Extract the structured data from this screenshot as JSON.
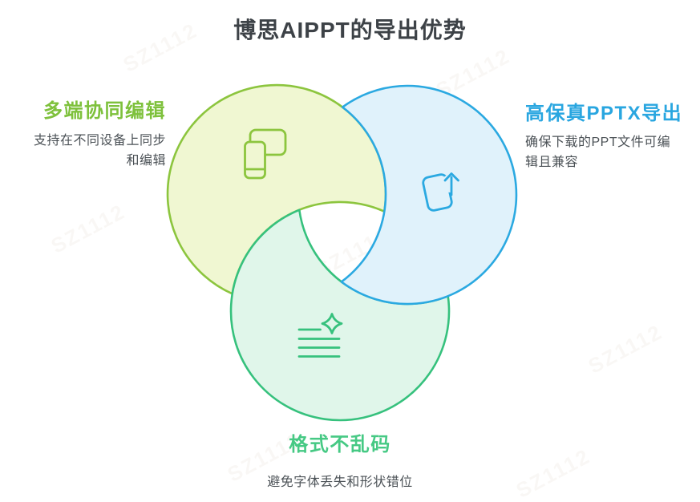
{
  "title": "博思AIPPT的导出优势",
  "watermark": {
    "text": "SZ1112"
  },
  "colors": {
    "title": "#3D4247",
    "body_text": "#4B5156",
    "background": "#FFFFFF"
  },
  "venn": {
    "items": [
      {
        "id": "multi-device-collab",
        "position": "top-left",
        "heading": "多端协同编辑",
        "desc_lines": [
          "支持在不同设备上同步",
          "和编辑"
        ],
        "accent": "#7EC13C",
        "circle_fill": "#F0F7D2",
        "circle_stroke": "#8CC53E",
        "icon": "devices-icon"
      },
      {
        "id": "pptx-export",
        "position": "top-right",
        "heading": "高保真PPTX导出",
        "desc_lines": [
          "确保下载的PPT文件可编",
          "辑且兼容"
        ],
        "accent": "#29A6E0",
        "circle_fill": "#E0F2FB",
        "circle_stroke": "#2BA9E1",
        "icon": "export-arrow-icon"
      },
      {
        "id": "format-intact",
        "position": "bottom",
        "heading": "格式不乱码",
        "desc_lines": [
          "避免字体丢失和形状错位"
        ],
        "accent": "#46C984",
        "circle_fill": "#E0F6EA",
        "circle_stroke": "#36C17D",
        "icon": "sparkle-list-icon"
      }
    ]
  }
}
